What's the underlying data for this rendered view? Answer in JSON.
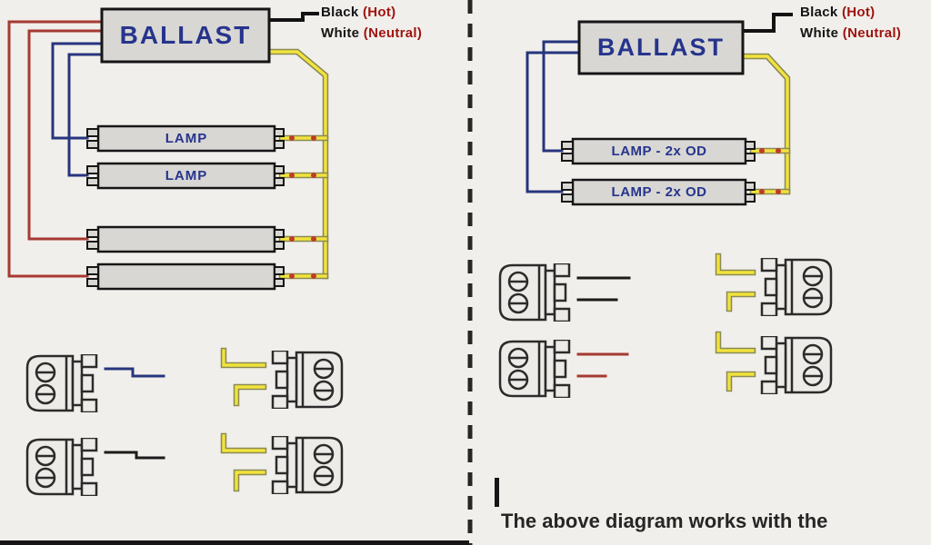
{
  "left_panel": {
    "ballast_label": "BALLAST",
    "hot_word": "Black",
    "hot_qual": "(Hot)",
    "neutral_word": "White",
    "neutral_qual": "(Neutral)",
    "lamps": [
      {
        "label": "LAMP"
      },
      {
        "label": "LAMP"
      },
      {
        "label": ""
      },
      {
        "label": ""
      }
    ]
  },
  "right_panel": {
    "ballast_label": "BALLAST",
    "hot_word": "Black",
    "hot_qual": "(Hot)",
    "neutral_word": "White",
    "neutral_qual": "(Neutral)",
    "lamps": [
      {
        "label": "LAMP - 2x OD"
      },
      {
        "label": "LAMP - 2x OD"
      }
    ]
  },
  "footer": {
    "caption": "The above diagram works with the"
  },
  "colors": {
    "background": "#f1efeb",
    "box_fill": "#d8d7d4",
    "box_border": "#161616",
    "label_blue": "#26348c",
    "wire_black": "#1b1b1b",
    "wire_navy": "#27357e",
    "wire_red": "#a63a32",
    "wire_yellow": "#f2e33c",
    "connection_mark_red": "#bf3a2d",
    "qualifier_red": "#9e1310"
  }
}
